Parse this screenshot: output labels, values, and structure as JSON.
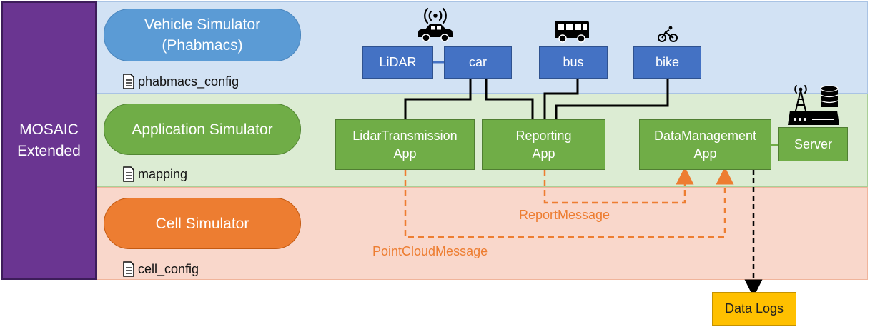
{
  "mosaic_label": "MOSAIC Extended",
  "vehicle_simulator": {
    "label": "Vehicle Simulator (Phabmacs)",
    "config": "phabmacs_config"
  },
  "application_simulator": {
    "label": "Application Simulator",
    "config": "mapping"
  },
  "cell_simulator": {
    "label": "Cell Simulator",
    "config": "cell_config"
  },
  "vehicle_nodes": {
    "lidar": "LiDAR",
    "car": "car",
    "bus": "bus",
    "bike": "bike"
  },
  "apps": {
    "lidar_transmission": "LidarTransmission App",
    "reporting": "Reporting App",
    "data_management": "DataManagement App",
    "server": "Server"
  },
  "messages": {
    "report": "ReportMessage",
    "point_cloud": "PointCloudMessage"
  },
  "output": {
    "data_logs": "Data Logs"
  },
  "icons": [
    "car-icon",
    "wireless-icon",
    "bus-icon",
    "bike-icon",
    "server-icon",
    "antenna-icon",
    "database-icon",
    "document-icon"
  ],
  "colors": {
    "mosaic": "#6a3591",
    "vehicle_band": "#d2e2f4",
    "app_band": "#dcecd3",
    "cell_band": "#f9d7cb",
    "blue_node": "#4472c4",
    "green_app": "#70ad47",
    "orange": "#ed7d31",
    "data_logs": "#ffc000"
  }
}
